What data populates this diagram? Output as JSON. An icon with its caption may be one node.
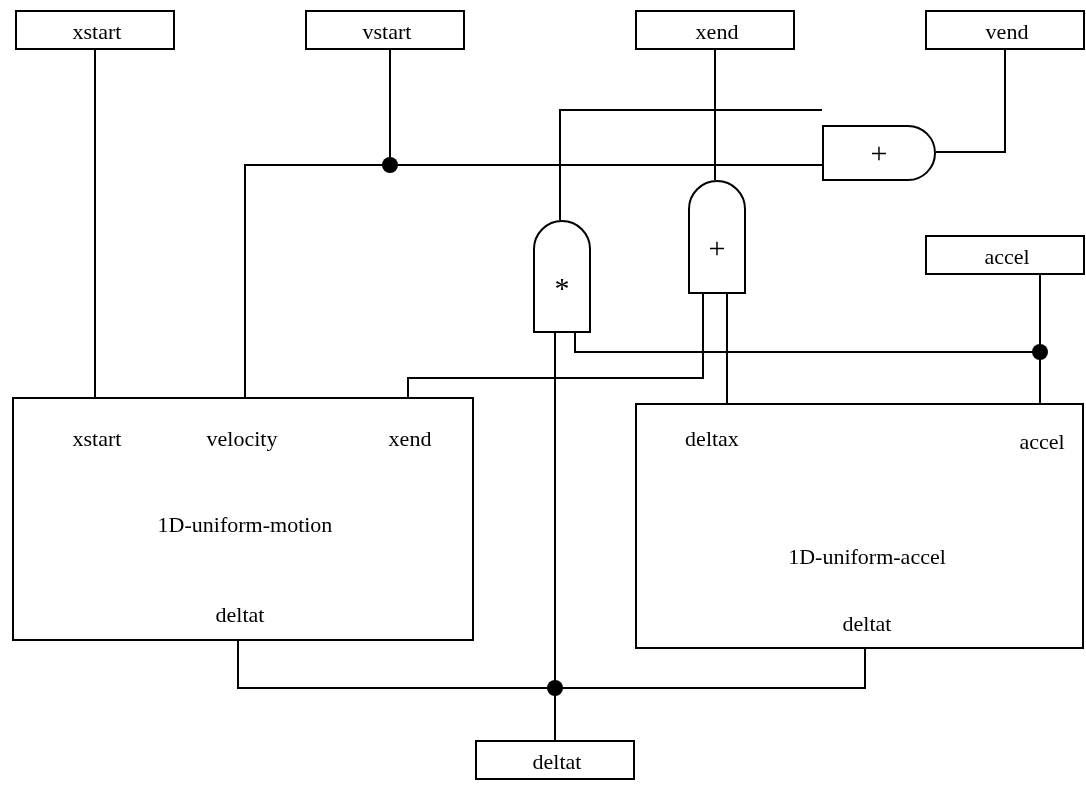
{
  "diagram": {
    "nodes": [
      {
        "text": [
          "xstart"
        ]
      },
      {
        "text": [
          "vstart"
        ]
      },
      {
        "text": [
          "xend"
        ]
      },
      {
        "text": [
          "vend"
        ]
      },
      {
        "text": [
          "+"
        ]
      },
      {
        "text": [
          "*"
        ]
      },
      {
        "text": [
          "+"
        ]
      },
      {
        "text": [
          "accel"
        ]
      },
      {
        "text": [
          "xstart",
          "velocity",
          "xend",
          "1D-uniform-motion",
          "deltat"
        ]
      },
      {
        "text": [
          "deltax",
          "accel",
          "1D-uniform-accel",
          "deltat"
        ]
      },
      {
        "text": [
          "deltat"
        ]
      }
    ],
    "edges": [
      {
        "from": 0,
        "to": 8,
        "arrow": "none"
      },
      {
        "from": 1,
        "to": 8,
        "arrow": "none"
      },
      {
        "from": 1,
        "to": 4,
        "arrow": "none"
      },
      {
        "from": 5,
        "to": 4,
        "arrow": "none"
      },
      {
        "from": 4,
        "to": 3,
        "arrow": "none"
      },
      {
        "from": 2,
        "to": 6,
        "arrow": "none"
      },
      {
        "from": 6,
        "to": 8,
        "arrow": "none"
      },
      {
        "from": 6,
        "to": 9,
        "arrow": "none"
      },
      {
        "from": 7,
        "to": 9,
        "arrow": "none"
      },
      {
        "from": 7,
        "to": 5,
        "arrow": "none"
      },
      {
        "from": 10,
        "to": 8,
        "arrow": "none"
      },
      {
        "from": 10,
        "to": 9,
        "arrow": "none"
      },
      {
        "from": 10,
        "to": 5,
        "arrow": "none"
      }
    ]
  }
}
